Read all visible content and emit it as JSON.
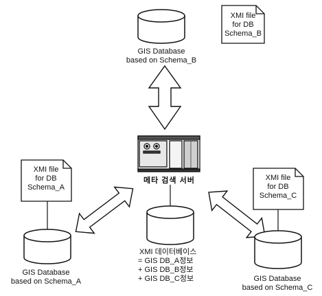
{
  "nodes": {
    "database_b": {
      "label_line1": "GIS Database",
      "label_line2": "based on Schema_B"
    },
    "database_a": {
      "label_line1": "GIS Database",
      "label_line2": "based on Schema_A"
    },
    "database_c": {
      "label_line1": "GIS Database",
      "label_line2": "based on Schema_C"
    },
    "xmi_b": {
      "line1": "XMI file",
      "line2": "for DB",
      "line3": "Schema_B"
    },
    "xmi_a": {
      "line1": "XMI file",
      "line2": "for DB",
      "line3": "Schema_A"
    },
    "xmi_c": {
      "line1": "XMI file",
      "line2": "for DB",
      "line3": "Schema_C"
    },
    "server": {
      "title": "메타 검색 서버"
    },
    "meta_db": {
      "title": "XMI 데이터베이스",
      "items": [
        "= GIS DB_A정보",
        "+ GIS DB_B정보",
        "+ GIS DB_C정보"
      ]
    }
  }
}
